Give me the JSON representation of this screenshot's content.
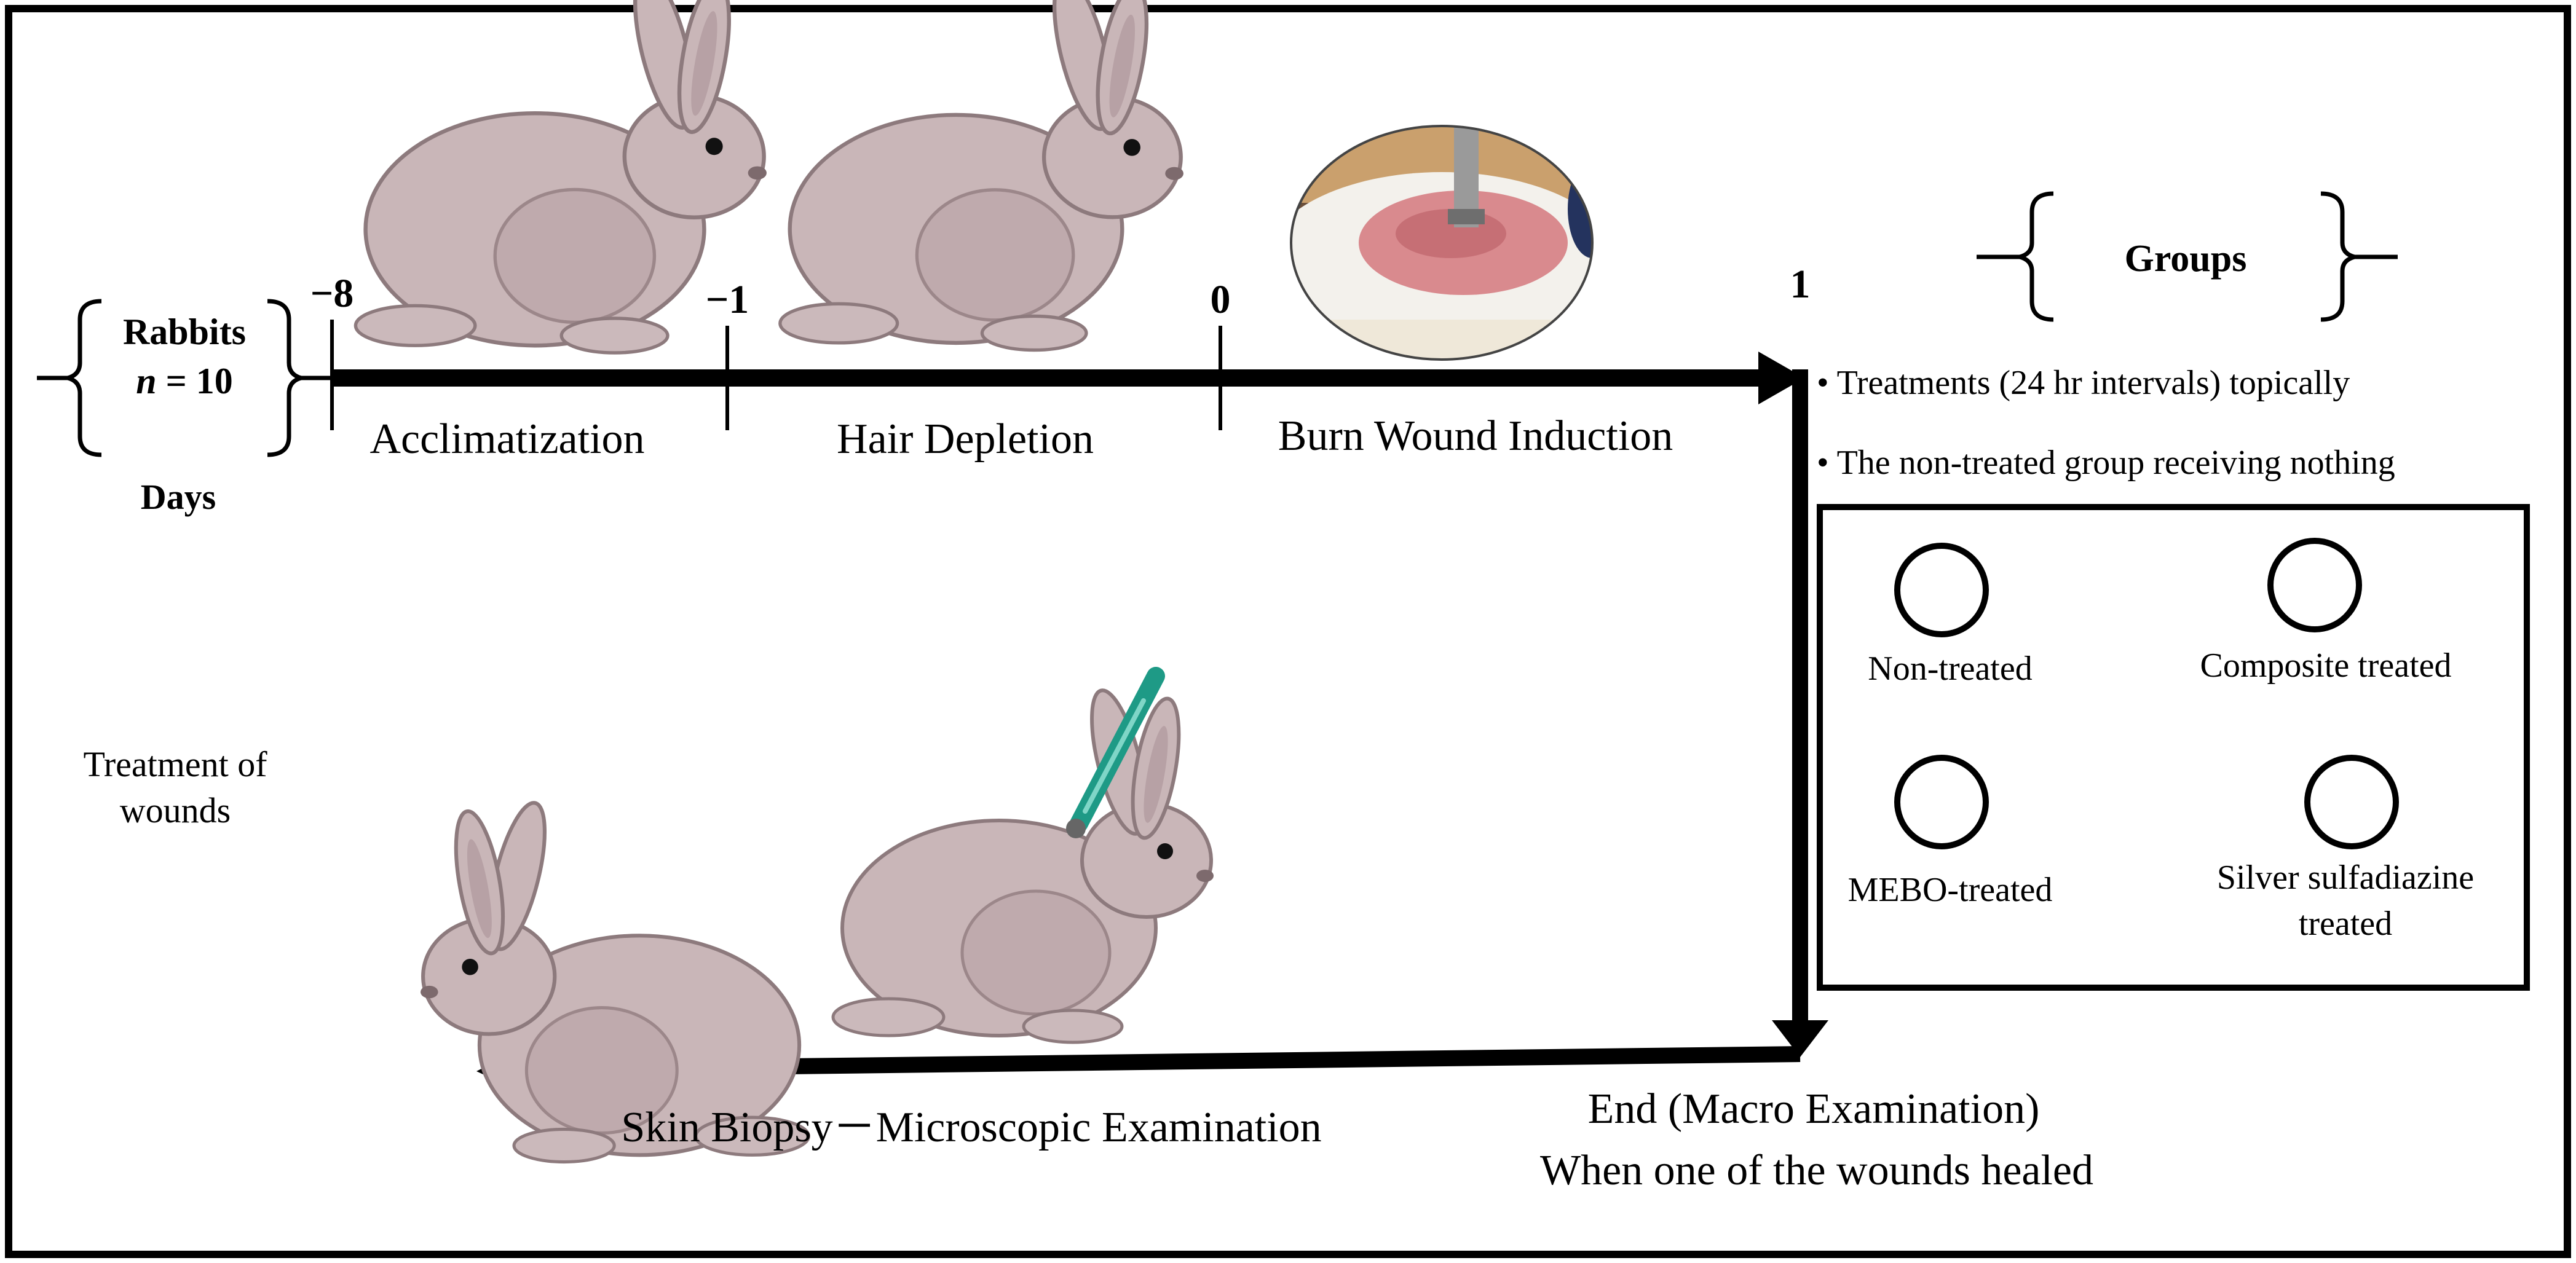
{
  "population": {
    "label": "Rabbits",
    "n_prefix": "n",
    "n_value": "= 10",
    "axis_label": "Days"
  },
  "timeline": {
    "ticks": [
      "−8",
      "−1",
      "0",
      "1"
    ],
    "phases": [
      "Acclimatization",
      "Hair Depletion",
      "Burn Wound Induction"
    ]
  },
  "groups": {
    "title": "Groups",
    "notes": [
      "Treatments (24 hr intervals) topically",
      "The non-treated group receiving nothing"
    ],
    "items": [
      "Non-treated",
      "Composite treated",
      "MEBO-treated",
      "Silver sulfadiazine",
      "treated"
    ]
  },
  "end": {
    "line1": "End (Macro Examination)",
    "line2": "When one of the wounds healed"
  },
  "biopsy": {
    "label": "Skin Biopsy－Microscopic Examination"
  },
  "treatment": {
    "line1": "Treatment of",
    "line2": "wounds"
  },
  "colors": {
    "ink": "#000000",
    "rabbit_fur": "#c9b6b8",
    "rabbit_shade": "#9c878a",
    "instrument": "#1e9a86",
    "burn": "#d98a8e"
  }
}
